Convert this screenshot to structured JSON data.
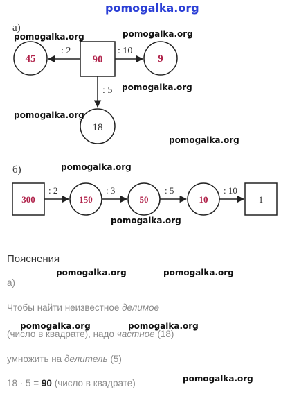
{
  "watermark": "pomogalka.org",
  "part_a": {
    "label": "а)",
    "center": "90",
    "left": {
      "value": "45",
      "op": ": 2"
    },
    "right": {
      "value": "9",
      "op": ": 10"
    },
    "down": {
      "value": "18",
      "op": ": 5"
    }
  },
  "part_b": {
    "label": "б)",
    "chain": [
      "300",
      "150",
      "50",
      "10",
      "1"
    ],
    "ops": [
      ": 2",
      ": 3",
      ": 5",
      ": 10"
    ]
  },
  "explanation": {
    "heading": "Пояснения",
    "sub": "а)",
    "line1_a": "Чтобы найти неизвестное ",
    "line1_b": "делимое",
    "line2_a": "(число в квадрате), надо ",
    "line2_b": "частное",
    "line2_c": " (18)",
    "line3_a": "умножить на ",
    "line3_b": "делитель",
    "line3_c": " (5)",
    "line4_a": "18 · 5 = ",
    "line4_b": "90",
    "line4_c": " (число в квадрате)"
  },
  "colors": {
    "accent": "#b0224a",
    "watermark_top": "#2b3fd6"
  }
}
